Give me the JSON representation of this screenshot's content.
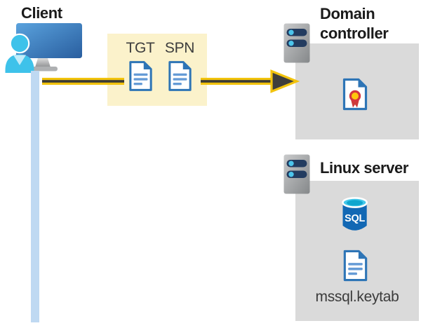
{
  "diagram": {
    "description": "Kerberos authentication flow from a client through TGT and SPN tickets to a domain controller, with a Linux server hosting SQL Server and an mssql.keytab file"
  },
  "client": {
    "label": "Client"
  },
  "ticket_box": {
    "tgt_label": "TGT",
    "spn_label": "SPN"
  },
  "domain_controller": {
    "label_line1": "Domain",
    "label_line2": "controller"
  },
  "linux_server": {
    "label": "Linux server",
    "sql_label": "SQL",
    "keytab_label": "mssql.keytab"
  },
  "icons": {
    "client": "monitor-with-user-icon",
    "ticket_documents": "document-icon",
    "servers": "server-rack-icon",
    "domain_controller_box": "certificate-icon",
    "linux_box": [
      "sql-database-icon",
      "document-icon"
    ]
  },
  "colors": {
    "highlight_box_yellow": "#fbf2cb",
    "arrow_gold": "#f2c30d",
    "arrow_core_dark": "#3a3a35",
    "zone_box_gray": "#dadada",
    "document_blue": "#2e75b6",
    "document_line_blue": "#659bd6",
    "client_line_blue": "#bfd9f2",
    "monitor_blue": "#3f83c4",
    "user_cyan": "#3ec2ea",
    "server_bar_navy": "#233c60",
    "server_dot_cyan": "#4cc5ec",
    "sql_body_blue": "#1268b4",
    "sql_top_cyan": "#44c8ea",
    "certificate_gold": "#ffc60d",
    "certificate_red": "#cc3a3a"
  }
}
